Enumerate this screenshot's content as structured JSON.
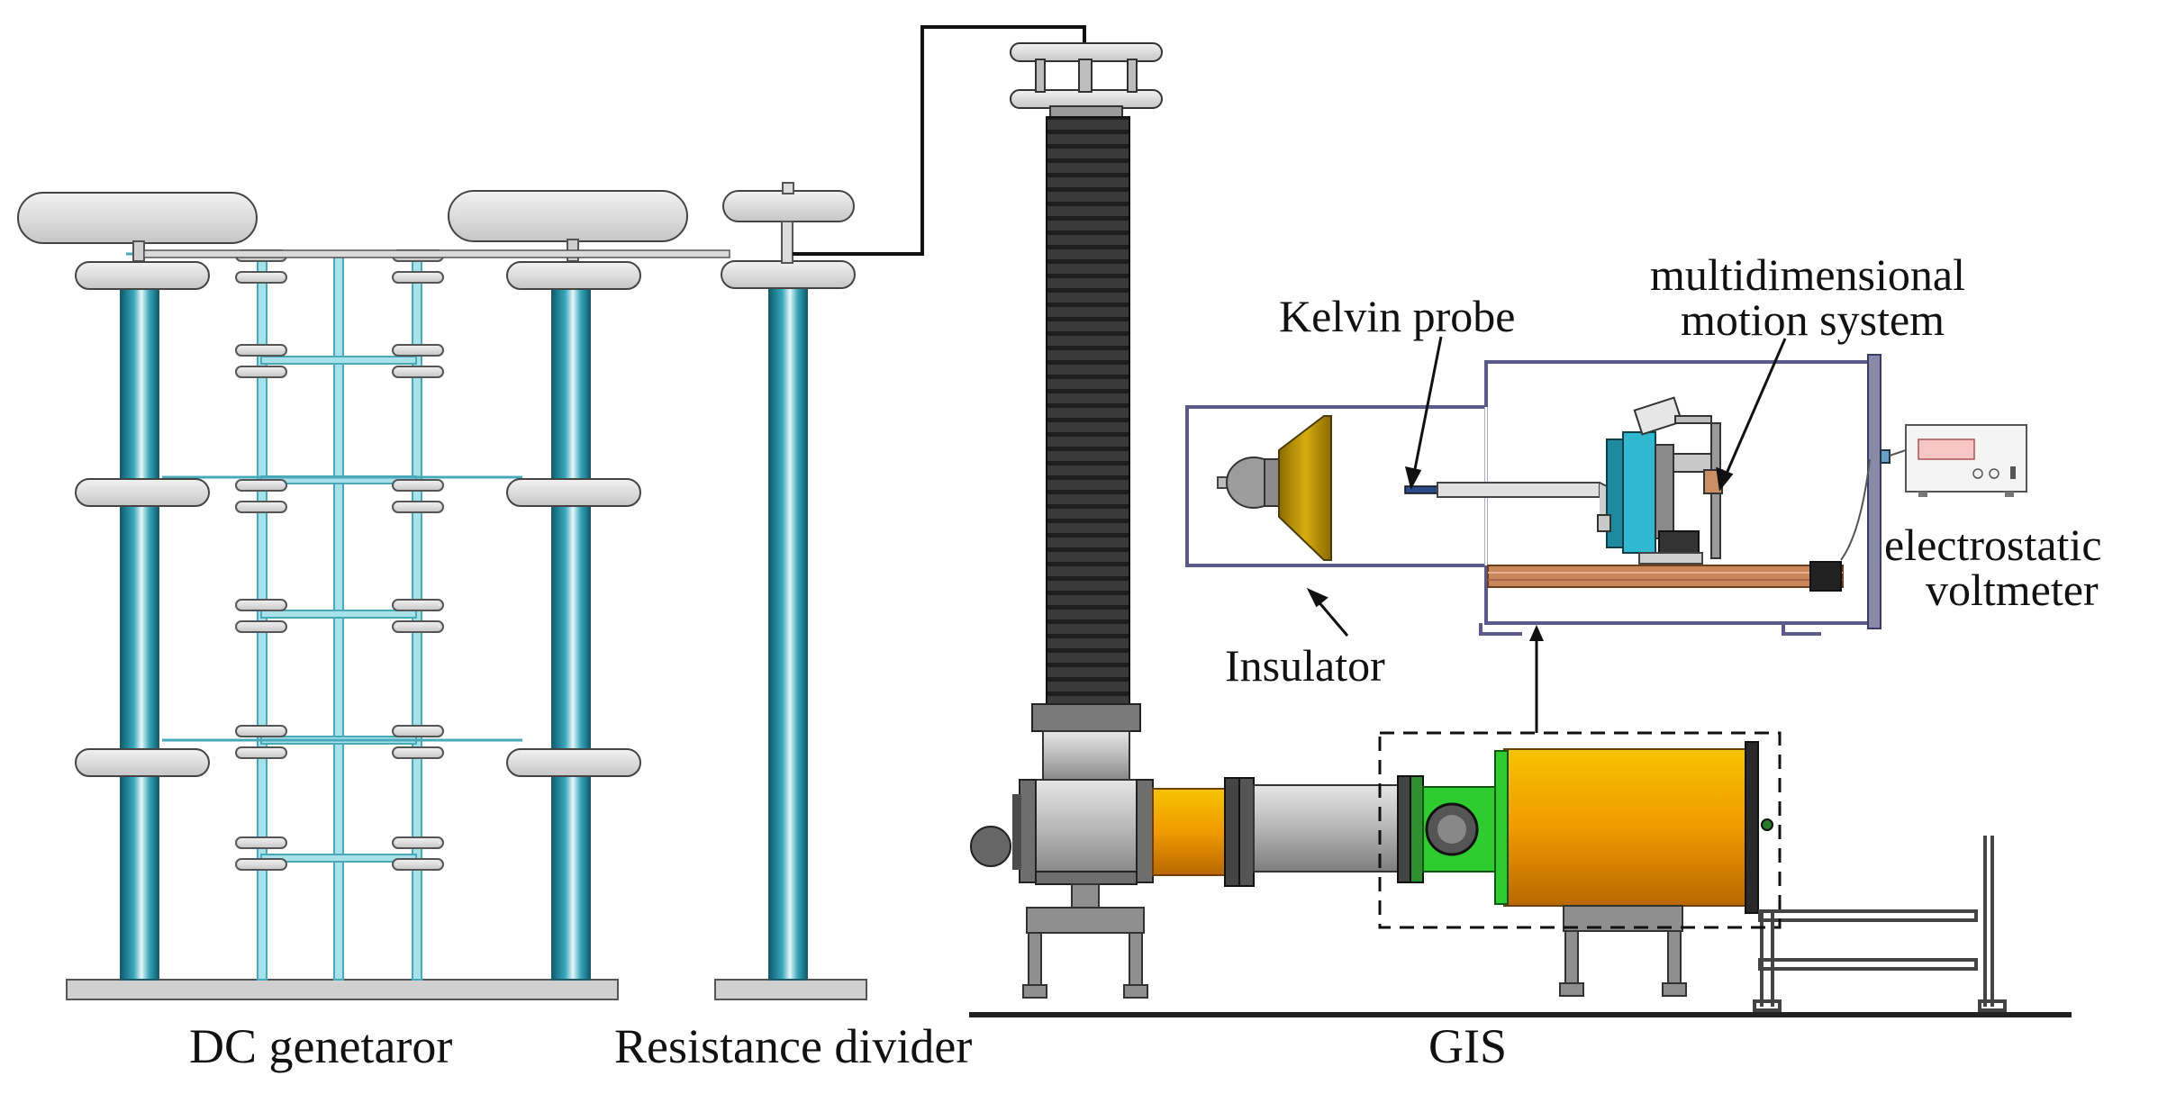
{
  "labels": {
    "dc_generator": "DC genetaror",
    "resistance_divider": "Resistance divider",
    "gis": "GIS",
    "kelvin_probe": "Kelvin probe",
    "motion_system_line1": "multidimensional",
    "motion_system_line2": "motion system",
    "insulator": "Insulator",
    "voltmeter_line1": "electrostatic",
    "voltmeter_line2": "voltmeter"
  },
  "colors": {
    "column_teal": "#1b7f95",
    "frame_cyan": "#7fd0dc",
    "electrode_gray": "#d4d4d4",
    "bushing_dark": "#2e2e2e",
    "tank_orange": "#f0a800",
    "flange_green": "#2ecc2e",
    "pipe_gray": "#b8b8b8",
    "insulator_gold": "#c9a000",
    "rail_copper": "#c8865a",
    "enclosure_outline": "#5a5a8a"
  }
}
